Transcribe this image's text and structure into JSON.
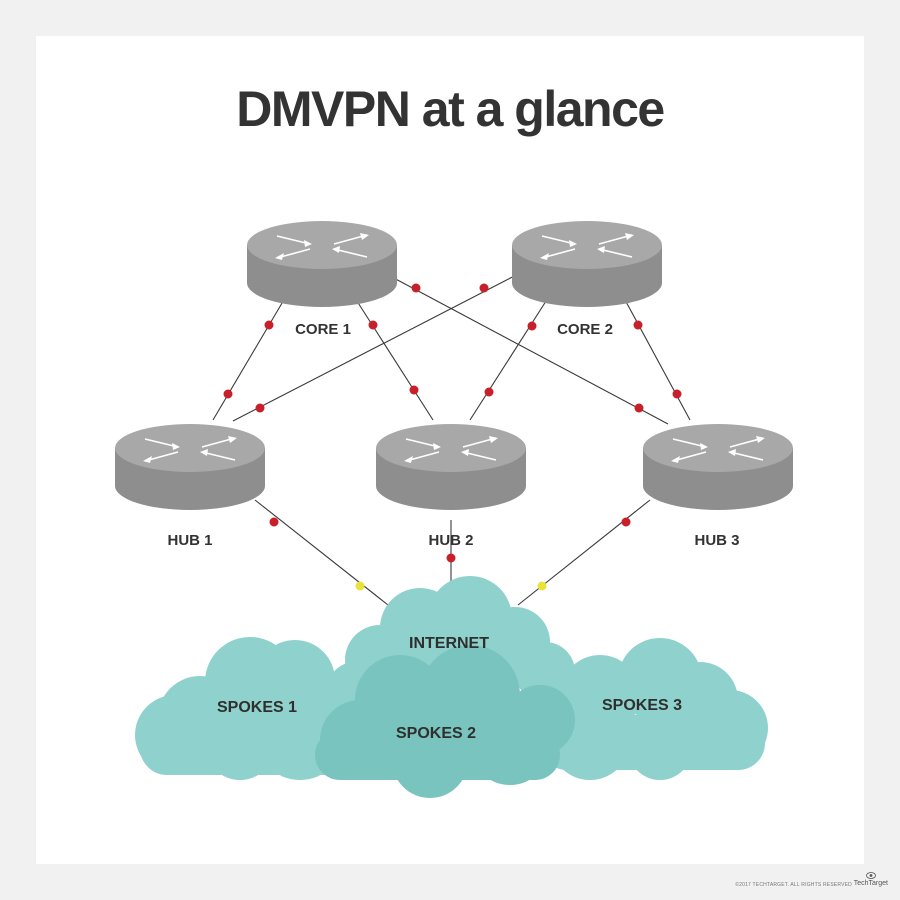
{
  "title": "DMVPN at a glance",
  "nodes": {
    "core1": "CORE 1",
    "core2": "CORE 2",
    "hub1": "HUB 1",
    "hub2": "HUB 2",
    "hub3": "HUB 3"
  },
  "clouds": {
    "internet": "INTERNET",
    "spokes1": "SPOKES 1",
    "spokes2": "SPOKES 2",
    "spokes3": "SPOKES 3"
  },
  "colors": {
    "router": "#a8a8a8",
    "router_side": "#8e8e8e",
    "cloud": "#8fd1cc",
    "cloud_overlap": "#79c4be",
    "dot_red": "#c8202a",
    "dot_yellow": "#e8e23a",
    "line": "#3a3a3a"
  },
  "footer": {
    "copyright": "©2017 TECHTARGET. ALL RIGHTS RESERVED",
    "brand": "TechTarget"
  }
}
